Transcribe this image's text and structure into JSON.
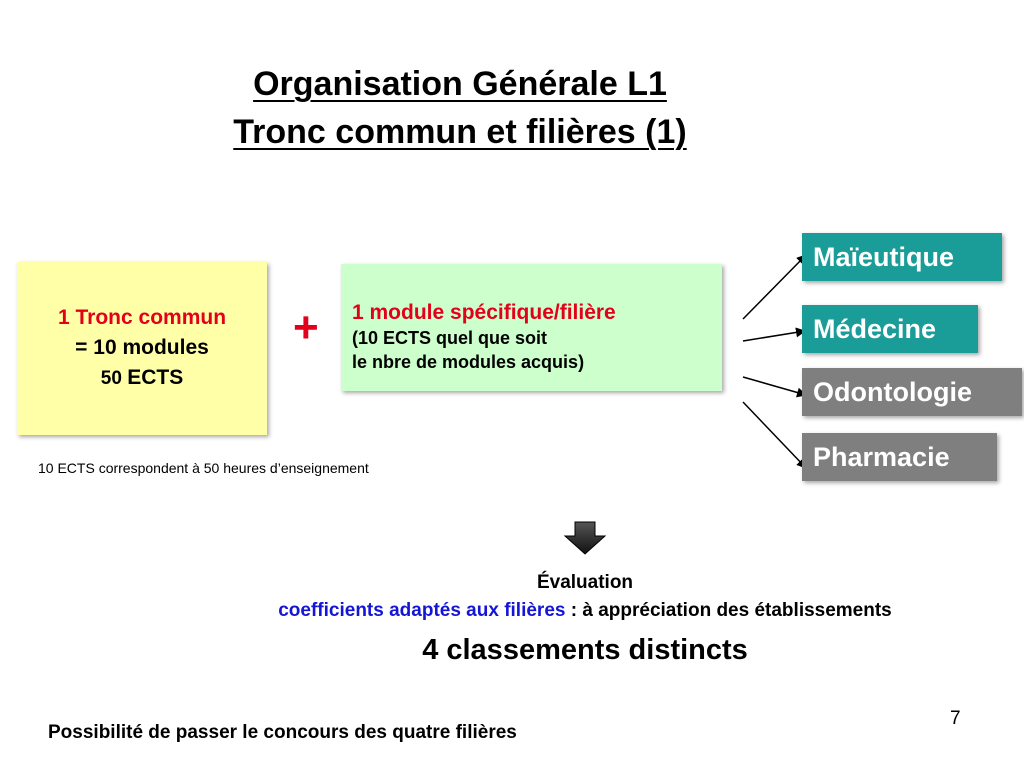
{
  "title": {
    "line1": "Organisation Générale  L1 ",
    "line2": "Tronc commun et filières (1)"
  },
  "tronc": {
    "line1": "1 Tronc commun",
    "line2": "= 10 modules",
    "line3_num": "50 ",
    "line3_unit": "ECTS"
  },
  "plus": "+",
  "module": {
    "line1": "1 module spécifique/filière",
    "line2": "(10 ECTS quel que soit",
    "line3": "le nbre de modules acquis)"
  },
  "footnote": "10 ECTS correspondent à 50 heures d’enseignement",
  "filieres": [
    {
      "label": "Maïeutique",
      "color": "#1a9c98"
    },
    {
      "label": "Médecine",
      "color": "#1a9c98"
    },
    {
      "label": "Odontologie",
      "color": "#7f7f7f"
    },
    {
      "label": "Pharmacie",
      "color": "#7f7f7f"
    }
  ],
  "evaluation": {
    "title": "Évaluation",
    "coef_blue": "coefficients adaptés aux filières",
    "coef_rest": " : à appréciation des établissements",
    "classements": "4 classements distincts"
  },
  "page_number": "7",
  "bottom_note": "Possibilité de passer le concours des quatre filières"
}
